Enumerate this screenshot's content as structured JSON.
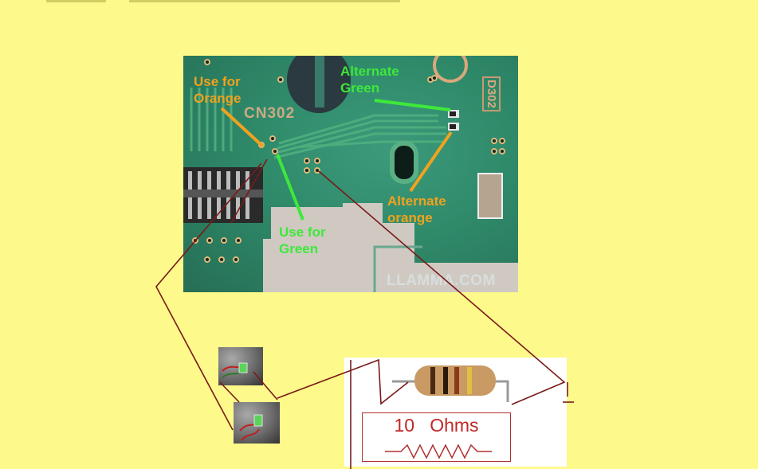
{
  "labels": {
    "use_for_orange": "Use for\nOrange",
    "alternate_green": "Alternate\nGreen",
    "alternate_orange": "Alternate\norange",
    "use_for_green": "Use for\nGreen"
  },
  "board": {
    "connector_label": "CN302",
    "component_label": "D302",
    "watermark": "LLAMMA.COM"
  },
  "resistor": {
    "label": "10   Ohms"
  },
  "colors": {
    "background": "#fdf98a",
    "orange_label": "#f0a21e",
    "green_label": "#3ee83a",
    "wire": "#7a1a1a",
    "pcb": "#2f8a6a"
  },
  "icons": [
    "pcb-photo",
    "led-photo",
    "resistor-icon",
    "resistor-symbol"
  ]
}
